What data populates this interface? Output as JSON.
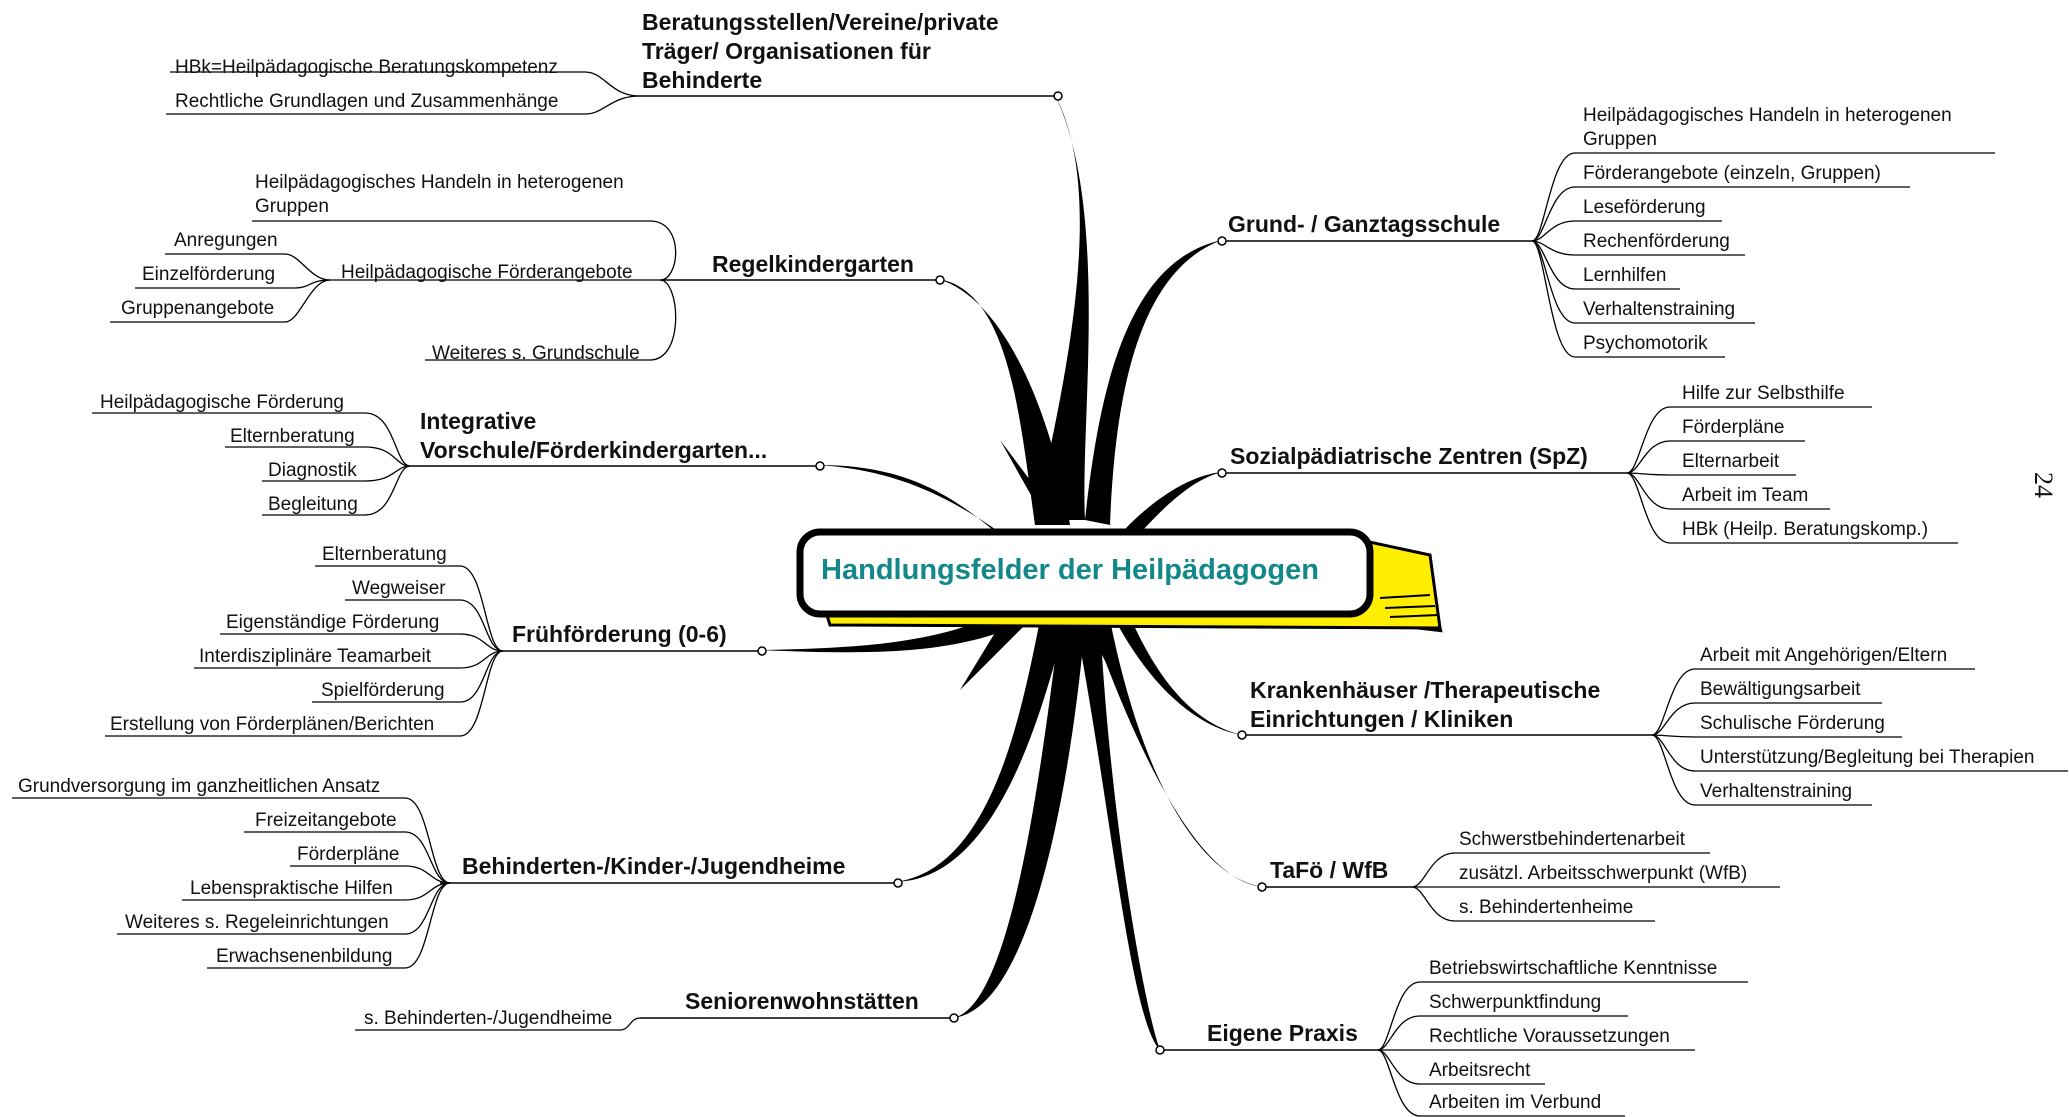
{
  "center": {
    "title": "Handlungsfelder der Heilpädagogen"
  },
  "page_number": "24",
  "branches": {
    "beratung": {
      "title_lines": [
        "Beratungsstellen/Vereine/private",
        "Träger/ Organisationen für",
        "Behinderte"
      ],
      "items": [
        "HBk=Heilpädagogische Beratungskompetenz",
        "Rechtliche Grundlagen und Zusammenhänge"
      ]
    },
    "regelkindergarten": {
      "title": "Regelkindergarten",
      "item_handeln": [
        "Heilpädagogisches Handeln in heterogenen",
        "Gruppen"
      ],
      "item_foerder": "Heilpädagogische Förderangebote",
      "foerder_subitems": [
        "Anregungen",
        "Einzelförderung",
        "Gruppenangebote"
      ],
      "item_weiteres": "Weiteres s. Grundschule"
    },
    "integrative": {
      "title_lines": [
        "Integrative",
        "Vorschule/Förderkindergarten..."
      ],
      "items": [
        "Heilpädagogische Förderung",
        "Elternberatung",
        "Diagnostik",
        "Begleitung"
      ]
    },
    "fruehfoerderung": {
      "title": "Frühförderung (0-6)",
      "items": [
        "Elternberatung",
        "Wegweiser",
        "Eigenständige Förderung",
        "Interdisziplinäre Teamarbeit",
        "Spielförderung",
        "Erstellung von Förderplänen/Berichten"
      ]
    },
    "heime": {
      "title": "Behinderten-/Kinder-/Jugendheime",
      "items": [
        "Grundversorgung im ganzheitlichen Ansatz",
        "Freizeitangebote",
        "Förderpläne",
        "Lebenspraktische Hilfen",
        "Weiteres s. Regeleinrichtungen",
        "Erwachsenenbildung"
      ]
    },
    "senioren": {
      "title": "Seniorenwohnstätten",
      "items": [
        "s. Behinderten-/Jugendheime"
      ]
    },
    "schule": {
      "title": "Grund- / Ganztagsschule",
      "item_handeln": [
        "Heilpädagogisches Handeln in heterogenen",
        "Gruppen"
      ],
      "items": [
        "Förderangebote (einzeln, Gruppen)",
        "Leseförderung",
        "Rechenförderung",
        "Lernhilfen",
        "Verhaltenstraining",
        "Psychomotorik"
      ]
    },
    "spz": {
      "title": "Sozialpädiatrische Zentren (SpZ)",
      "items": [
        "Hilfe zur Selbsthilfe",
        "Förderpläne",
        "Elternarbeit",
        "Arbeit im Team",
        "HBk (Heilp. Beratungskomp.)"
      ]
    },
    "kliniken": {
      "title_lines": [
        "Krankenhäuser /Therapeutische",
        "Einrichtungen / Kliniken"
      ],
      "items": [
        "Arbeit mit Angehörigen/Eltern",
        "Bewältigungsarbeit",
        "Schulische Förderung",
        "Unterstützung/Begleitung bei Therapien",
        "Verhaltenstraining"
      ]
    },
    "tafoe": {
      "title": "TaFö / WfB",
      "items": [
        "Schwerstbehindertenarbeit",
        "zusätzl. Arbeitsschwerpunkt (WfB)",
        "s. Behindertenheime"
      ]
    },
    "praxis": {
      "title": "Eigene Praxis",
      "items": [
        "Betriebswirtschaftliche Kenntnisse",
        "Schwerpunktfindung",
        "Rechtliche Voraussetzungen",
        "Arbeitsrecht",
        "Arbeiten im Verbund"
      ]
    }
  },
  "colors": {
    "title_text": "#13888a",
    "bar_yellow": "#ffee00",
    "lines": "#000000"
  }
}
